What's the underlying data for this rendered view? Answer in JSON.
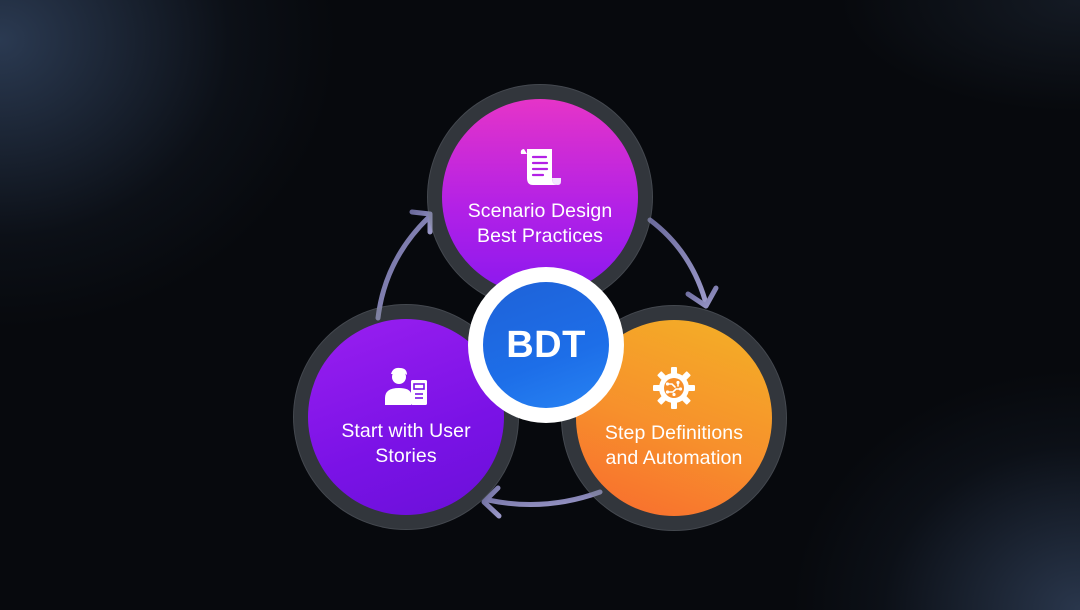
{
  "diagram": {
    "center_label": "BDT",
    "nodes": [
      {
        "label": "Scenario Design\nBest Practices",
        "icon": "scroll-document-icon",
        "color": "#c326e0"
      },
      {
        "label": "Step Definitions\nand Automation",
        "icon": "gear-circuit-icon",
        "color": "#f7902c"
      },
      {
        "label": "Start with User\nStories",
        "icon": "user-story-icon",
        "color": "#7a12e6"
      }
    ],
    "center_color": "#1d6ee8",
    "arrow_color": "#8a88b8"
  }
}
